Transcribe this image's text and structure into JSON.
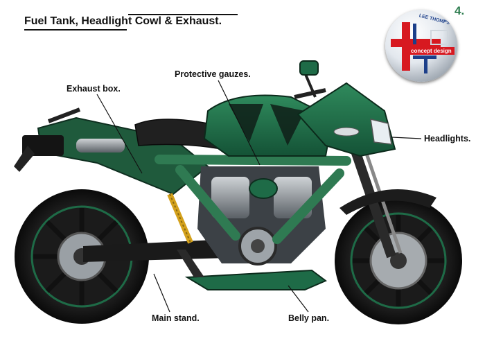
{
  "header": {
    "title": "Fuel Tank, Headlight Cowl & Exhaust.",
    "page_number": "4."
  },
  "logo": {
    "name": "LEE THOMPSON",
    "tagline": "concept design"
  },
  "callouts": {
    "protective_gauzes": "Protective gauzes.",
    "exhaust_box": "Exhaust box.",
    "headlights": "Headlights.",
    "main_stand": "Main stand.",
    "belly_pan": "Belly pan."
  },
  "colors": {
    "bodywork_green": "#1e6b47",
    "frame_green": "#3fa06d",
    "logo_red": "#d71920",
    "logo_blue": "#1c3f8a",
    "page_number_green": "#2e7d4f"
  }
}
